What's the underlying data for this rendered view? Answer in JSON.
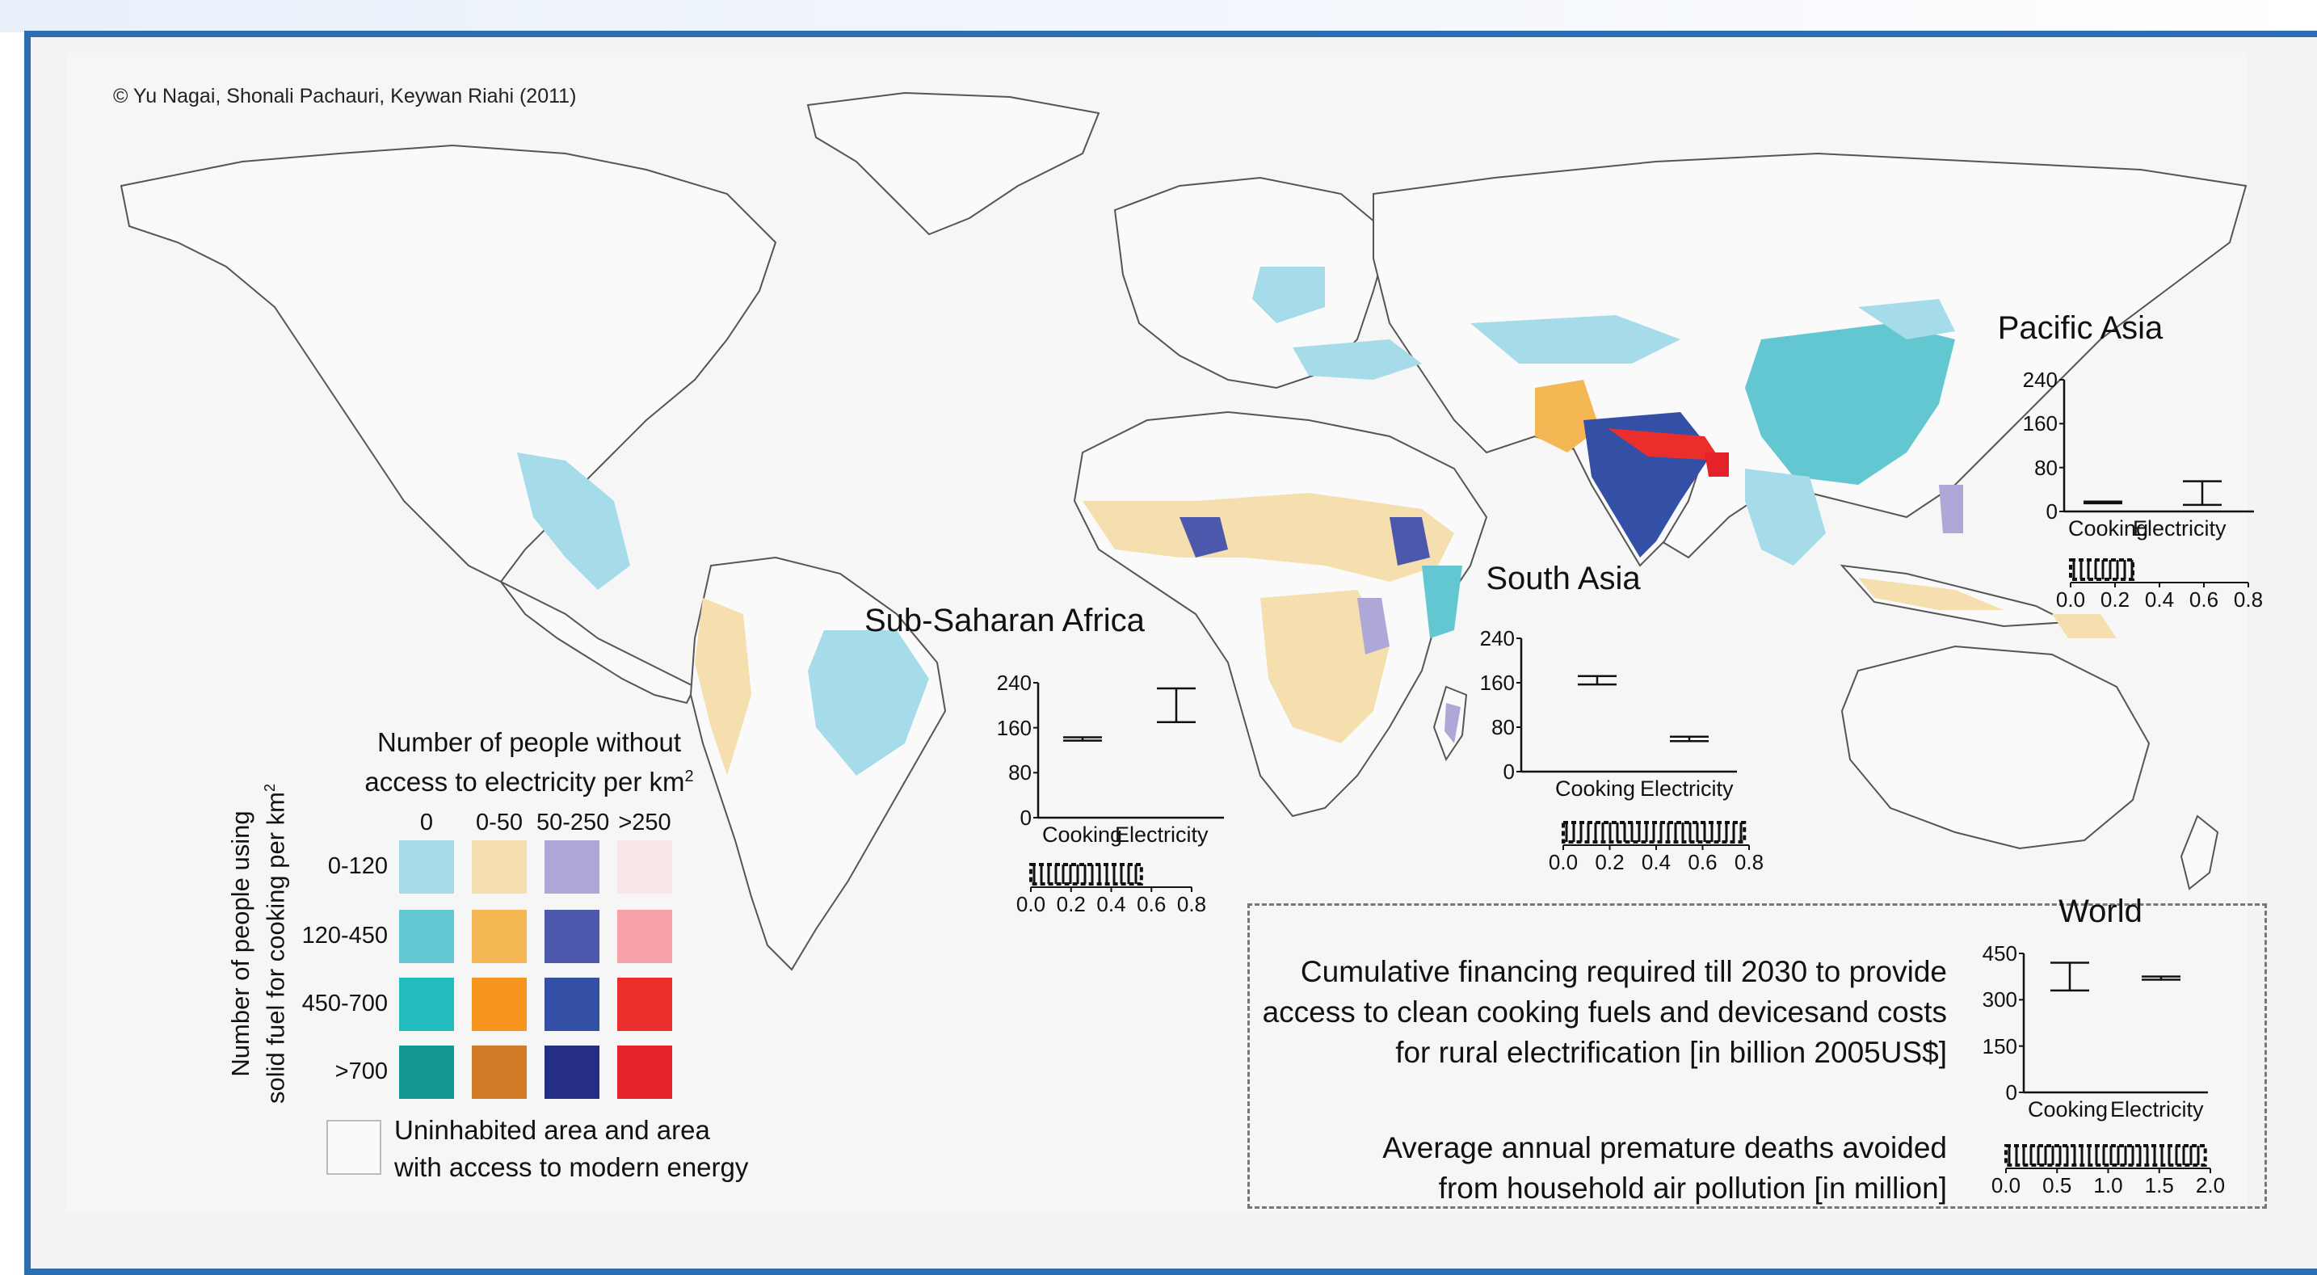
{
  "copyright": "© Yu Nagai, Shonali Pachauri, Keywan Riahi (2011)",
  "colors": {
    "frame": "#2c6cb0",
    "panel": "#f6f6f6",
    "matrix": [
      [
        "#a6dce9",
        "#f6dfaf",
        "#ada8d8",
        "#f8e6e8"
      ],
      [
        "#62c7d1",
        "#f5b754",
        "#4c58ab",
        "#f6a0a7"
      ],
      [
        "#22bcbc",
        "#f7951f",
        "#3450a6",
        "#ea2e2c"
      ],
      [
        "#139593",
        "#d27b26",
        "#242e86",
        "#e5222a"
      ]
    ]
  },
  "legend": {
    "title_line1": "Number of people without",
    "title_line2": "access to electricity per km",
    "title_sup": "2",
    "y_axis_line1": "Number of people using",
    "y_axis_line2": "solid fuel for cooking per km",
    "y_axis_sup": "2",
    "columns": [
      "0",
      "0-50",
      "50-250",
      ">250"
    ],
    "rows": [
      "0-120",
      "120-450",
      "450-700",
      ">700"
    ],
    "empty_label_line1": "Uninhabited area and area",
    "empty_label_line2": "with access to modern energy"
  },
  "world_box": {
    "financing_line1": "Cumulative financing required till 2030 to provide",
    "financing_line2": "access to clean cooking fuels and devicesand costs",
    "financing_line3": "for rural electrification [in billion 2005US$]",
    "deaths_line1": "Average annual premature deaths avoided",
    "deaths_line2": "from household air pollution [in million]"
  },
  "chart_data": [
    {
      "type": "box",
      "title": "Sub-Saharan Africa",
      "categories": [
        "Cooking",
        "Electricity"
      ],
      "yticks": [
        "240",
        "160",
        "80",
        "0"
      ],
      "ylim": [
        0,
        240
      ],
      "ranges": [
        [
          137,
          143
        ],
        [
          170,
          230
        ]
      ],
      "deaths_ticks": [
        "0.0",
        "0.2",
        "0.4",
        "0.6",
        "0.8"
      ],
      "deaths_range": [
        0.0,
        0.55
      ],
      "deaths_xlim": [
        0,
        0.8
      ]
    },
    {
      "type": "box",
      "title": "South Asia",
      "categories": [
        "Cooking",
        "Electricity"
      ],
      "yticks": [
        "240",
        "160",
        "80",
        "0"
      ],
      "ylim": [
        0,
        240
      ],
      "ranges": [
        [
          157,
          172
        ],
        [
          55,
          63
        ]
      ],
      "deaths_ticks": [
        "0.0",
        "0.2",
        "0.4",
        "0.6",
        "0.8"
      ],
      "deaths_range": [
        0.0,
        0.78
      ],
      "deaths_xlim": [
        0,
        0.8
      ]
    },
    {
      "type": "box",
      "title": "Pacific Asia",
      "categories": [
        "Cooking",
        "Electricity"
      ],
      "yticks": [
        "240",
        "160",
        "80",
        "0"
      ],
      "ylim": [
        0,
        240
      ],
      "ranges": [
        [
          15,
          18
        ],
        [
          12,
          55
        ]
      ],
      "deaths_ticks": [
        "0.0",
        "0.2",
        "0.4",
        "0.6",
        "0.8"
      ],
      "deaths_range": [
        0.0,
        0.28
      ],
      "deaths_xlim": [
        0,
        0.8
      ]
    },
    {
      "type": "box",
      "title": "World",
      "categories": [
        "Cooking",
        "Electricity"
      ],
      "yticks": [
        "450",
        "300",
        "150",
        "0"
      ],
      "ylim": [
        0,
        450
      ],
      "ranges": [
        [
          330,
          420
        ],
        [
          365,
          375
        ]
      ],
      "deaths_ticks": [
        "0.0",
        "0.5",
        "1.0",
        "1.5",
        "2.0"
      ],
      "deaths_range": [
        0.0,
        1.95
      ],
      "deaths_xlim": [
        0,
        2
      ]
    }
  ]
}
